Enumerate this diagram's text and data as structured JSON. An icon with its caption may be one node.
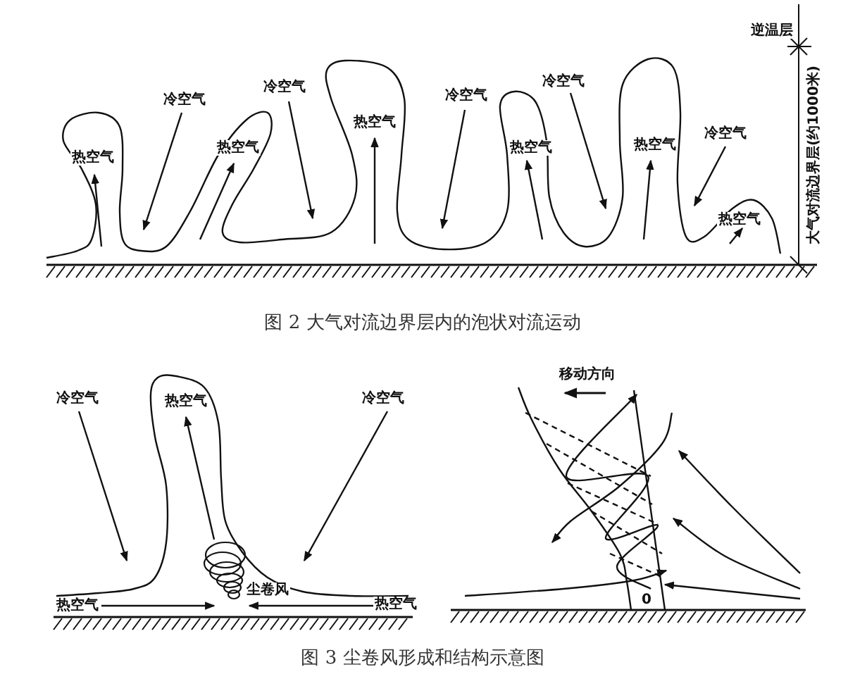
{
  "diagram": {
    "labels": [
      "逆温层",
      "冷空气",
      "冷空气",
      "冷空气",
      "冷空气",
      "热空气",
      "热空气",
      "热空气",
      "热空气",
      "热空气",
      "冷空气",
      "大气对流边界层(约1000米)",
      "热空气",
      "图 2 大气对流边界层内的泡状对流运动",
      "移动方向",
      "冷空气",
      "热空气",
      "冷空气",
      "热空气",
      "尘卷风",
      "热空气",
      "0",
      "图 3 尘卷风形成和结构示意图"
    ]
  }
}
